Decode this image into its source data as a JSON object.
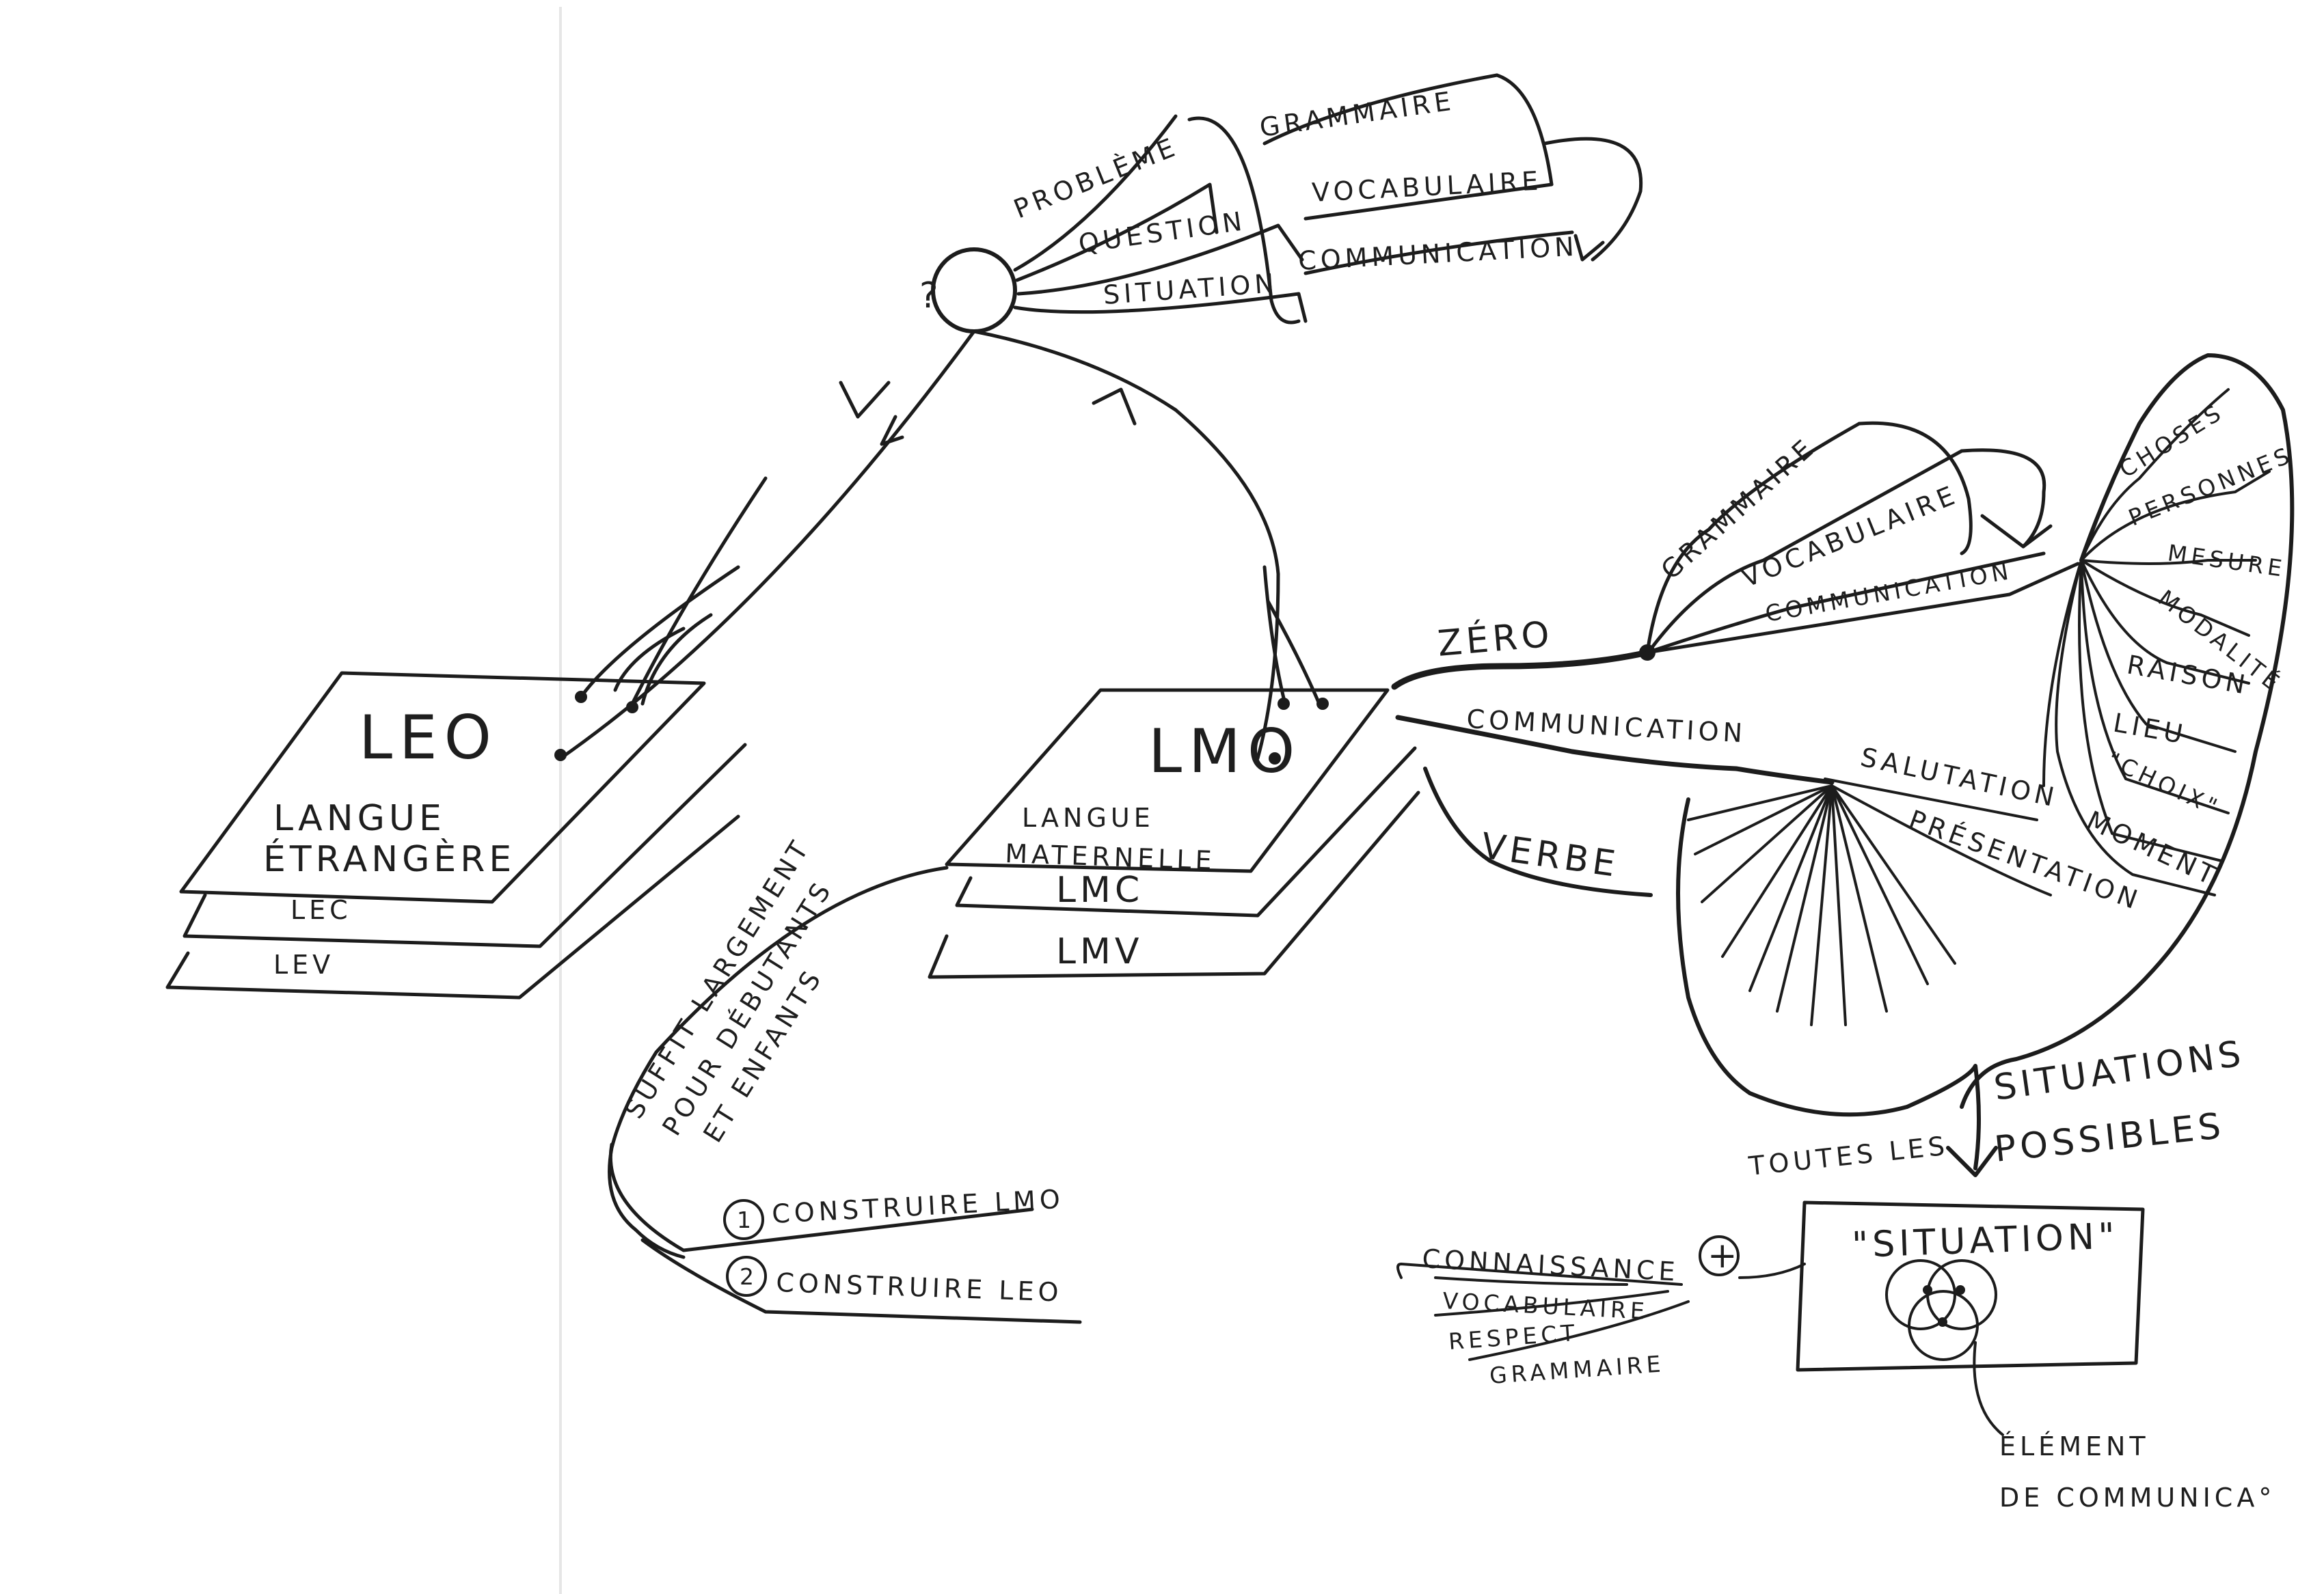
{
  "top": {
    "question_mark": "?",
    "branches": [
      "PROBLÈME",
      "QUESTION",
      "SITUATION"
    ],
    "loop": [
      "GRAMMAIRE",
      "VOCABULAIRE",
      "COMMUNICATION"
    ]
  },
  "leo": {
    "title": "LEO",
    "subtitle_line1": "LANGUE",
    "subtitle_line2": "ÉTRANGÈRE",
    "layer2": "LEC",
    "layer3": "LEV"
  },
  "lmo": {
    "title": "LMO",
    "subtitle_line1": "LANGUE",
    "subtitle_line2": "MATERNELLE",
    "layer2": "LMC",
    "layer3": "LMV"
  },
  "left_notes": {
    "curve_line1": "SUFFIT LARGEMENT",
    "curve_line2": "POUR DÉBUTANTS",
    "curve_line3": "ET ENFANTS",
    "step1_number": "1",
    "step1": "CONSTRUIRE LMO",
    "step2_number": "2",
    "step2": "CONSTRUIRE LEO"
  },
  "center_branches": {
    "zero": "ZÉRO",
    "communication": "COMMUNICATION",
    "verbe": "VERBE"
  },
  "right_loop": [
    "GRAMMAIRE",
    "VOCABULAIRE",
    "COMMUNICATION"
  ],
  "right_fan": [
    "CHOSES",
    "PERSONNES",
    "MESURE",
    "MODALITÉ",
    "RAISON",
    "LIEU",
    "\"CHOIX\"",
    "MOMENT"
  ],
  "lower_fan": [
    "SALUTATION",
    "PRÉSENTATION"
  ],
  "situations": {
    "label_line1a": "TOUTES LES",
    "label_line1b": "SITUATIONS",
    "label_line2": "POSSIBLES",
    "box_title": "\"SITUATION\"",
    "plus": "+",
    "inputs": [
      "CONNAISSANCE",
      "VOCABULAIRE",
      "RESPECT",
      "GRAMMAIRE"
    ],
    "element_line1": "ÉLÉMENT",
    "element_line2": "DE COMMUNICA°"
  }
}
